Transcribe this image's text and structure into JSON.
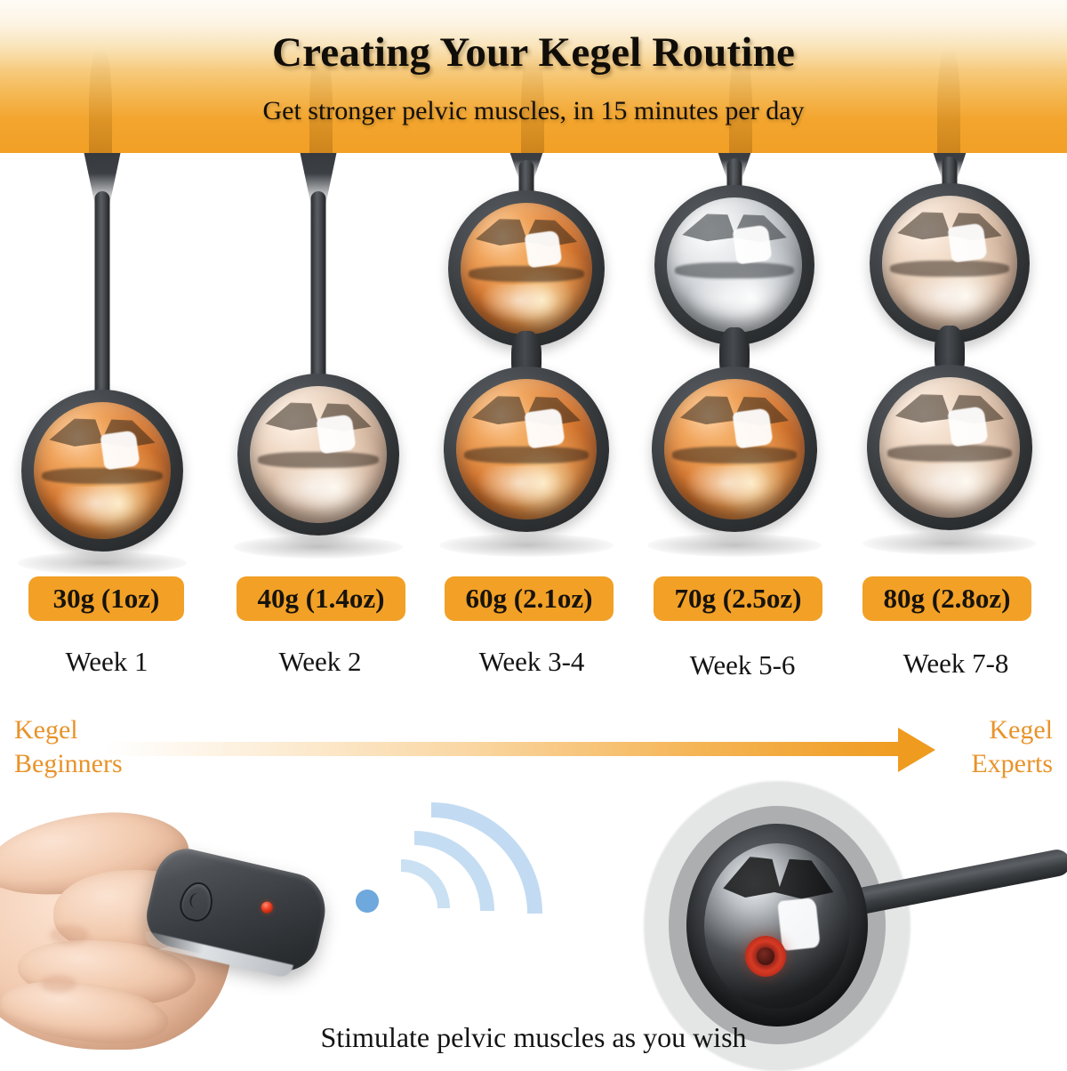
{
  "header": {
    "title": "Creating Your Kegel Routine",
    "subtitle": "Get stronger pelvic muscles, in 15 minutes per day",
    "gradient_top": "#fdf6ea",
    "gradient_bottom": "#f2a026"
  },
  "accent_color": "#f2a026",
  "products": [
    {
      "badge": "30g (1oz)",
      "week": "Week 1",
      "type": "single",
      "balls": [
        "copper"
      ]
    },
    {
      "badge": "40g (1.4oz)",
      "week": "Week 2",
      "type": "single",
      "balls": [
        "rose"
      ]
    },
    {
      "badge": "60g (2.1oz)",
      "week": "Week 3-4",
      "type": "double",
      "balls": [
        "copper",
        "copper"
      ]
    },
    {
      "badge": "70g (2.5oz)",
      "week": "Week 5-6",
      "type": "double",
      "balls": [
        "silver",
        "copper"
      ]
    },
    {
      "badge": "80g (2.8oz)",
      "week": "Week 7-8",
      "type": "double",
      "balls": [
        "rose",
        "rose"
      ]
    }
  ],
  "progression": {
    "left_label_line1": "Kegel",
    "left_label_line2": "Beginners",
    "right_label_line1": "Kegel",
    "right_label_line2": "Experts",
    "arrow_color": "#ef9b1f"
  },
  "bottom": {
    "caption": "Stimulate pelvic muscles as you wish",
    "remote_led_color": "#e8381a",
    "signal_dot_color": "#6ea8dc",
    "signal_wave_color": "#96c1e8",
    "device_led_color": "#d73a24"
  }
}
